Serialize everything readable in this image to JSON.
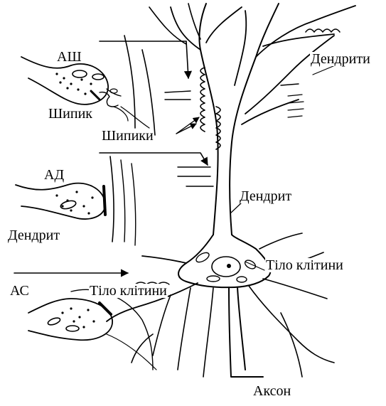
{
  "labels": {
    "ash": "АШ",
    "shypyk": "Шипик",
    "shypyky": "Шипики",
    "dendryty": "Дендрити",
    "ad": "АД",
    "dendryt_right": "Дендрит",
    "dendryt_left": "Дендрит",
    "tilo_right": "Тіло клітини",
    "as": "АС",
    "tilo_left": "Тіло клітини",
    "akson": "Аксон"
  }
}
